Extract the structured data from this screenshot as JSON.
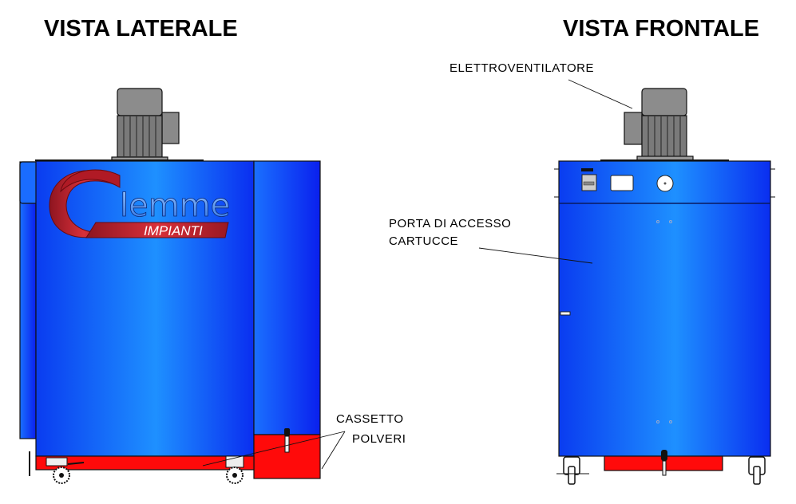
{
  "titles": {
    "side_view": "VISTA LATERALE",
    "front_view": "VISTA FRONTALE"
  },
  "labels": {
    "fan_motor": "ELETTROVENTILATORE",
    "access_door_line1": "PORTA DI ACCESSO",
    "access_door_line2": "CARTUCCE",
    "dust_drawer_line1": "CASSETTO",
    "dust_drawer_line2": "POLVERI"
  },
  "logo": {
    "brand": "lemme",
    "subtitle": "IMPIANTI"
  },
  "colors": {
    "body_blue": "#0a55ff",
    "body_highlight": "#1f8fff",
    "drawer_red": "#ff0a0a",
    "motor_gray": "#808080",
    "logo_red": "#c8202a"
  }
}
